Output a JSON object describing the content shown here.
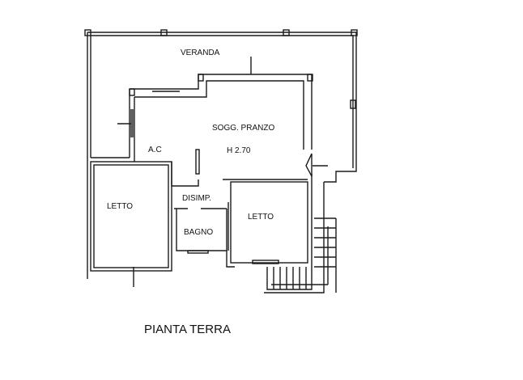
{
  "plan": {
    "title": "PIANTA TERRA",
    "rooms": {
      "veranda": "VERANDA",
      "living": "SOGG. PRANZO",
      "height": "H 2.70",
      "ac": "A.C",
      "bed_left": "LETTO",
      "hallway": "DISIMP.",
      "bed_right": "LETTO",
      "bath": "BAGNO"
    }
  },
  "colors": {
    "line": "#1a1a1a",
    "background": "#ffffff"
  }
}
